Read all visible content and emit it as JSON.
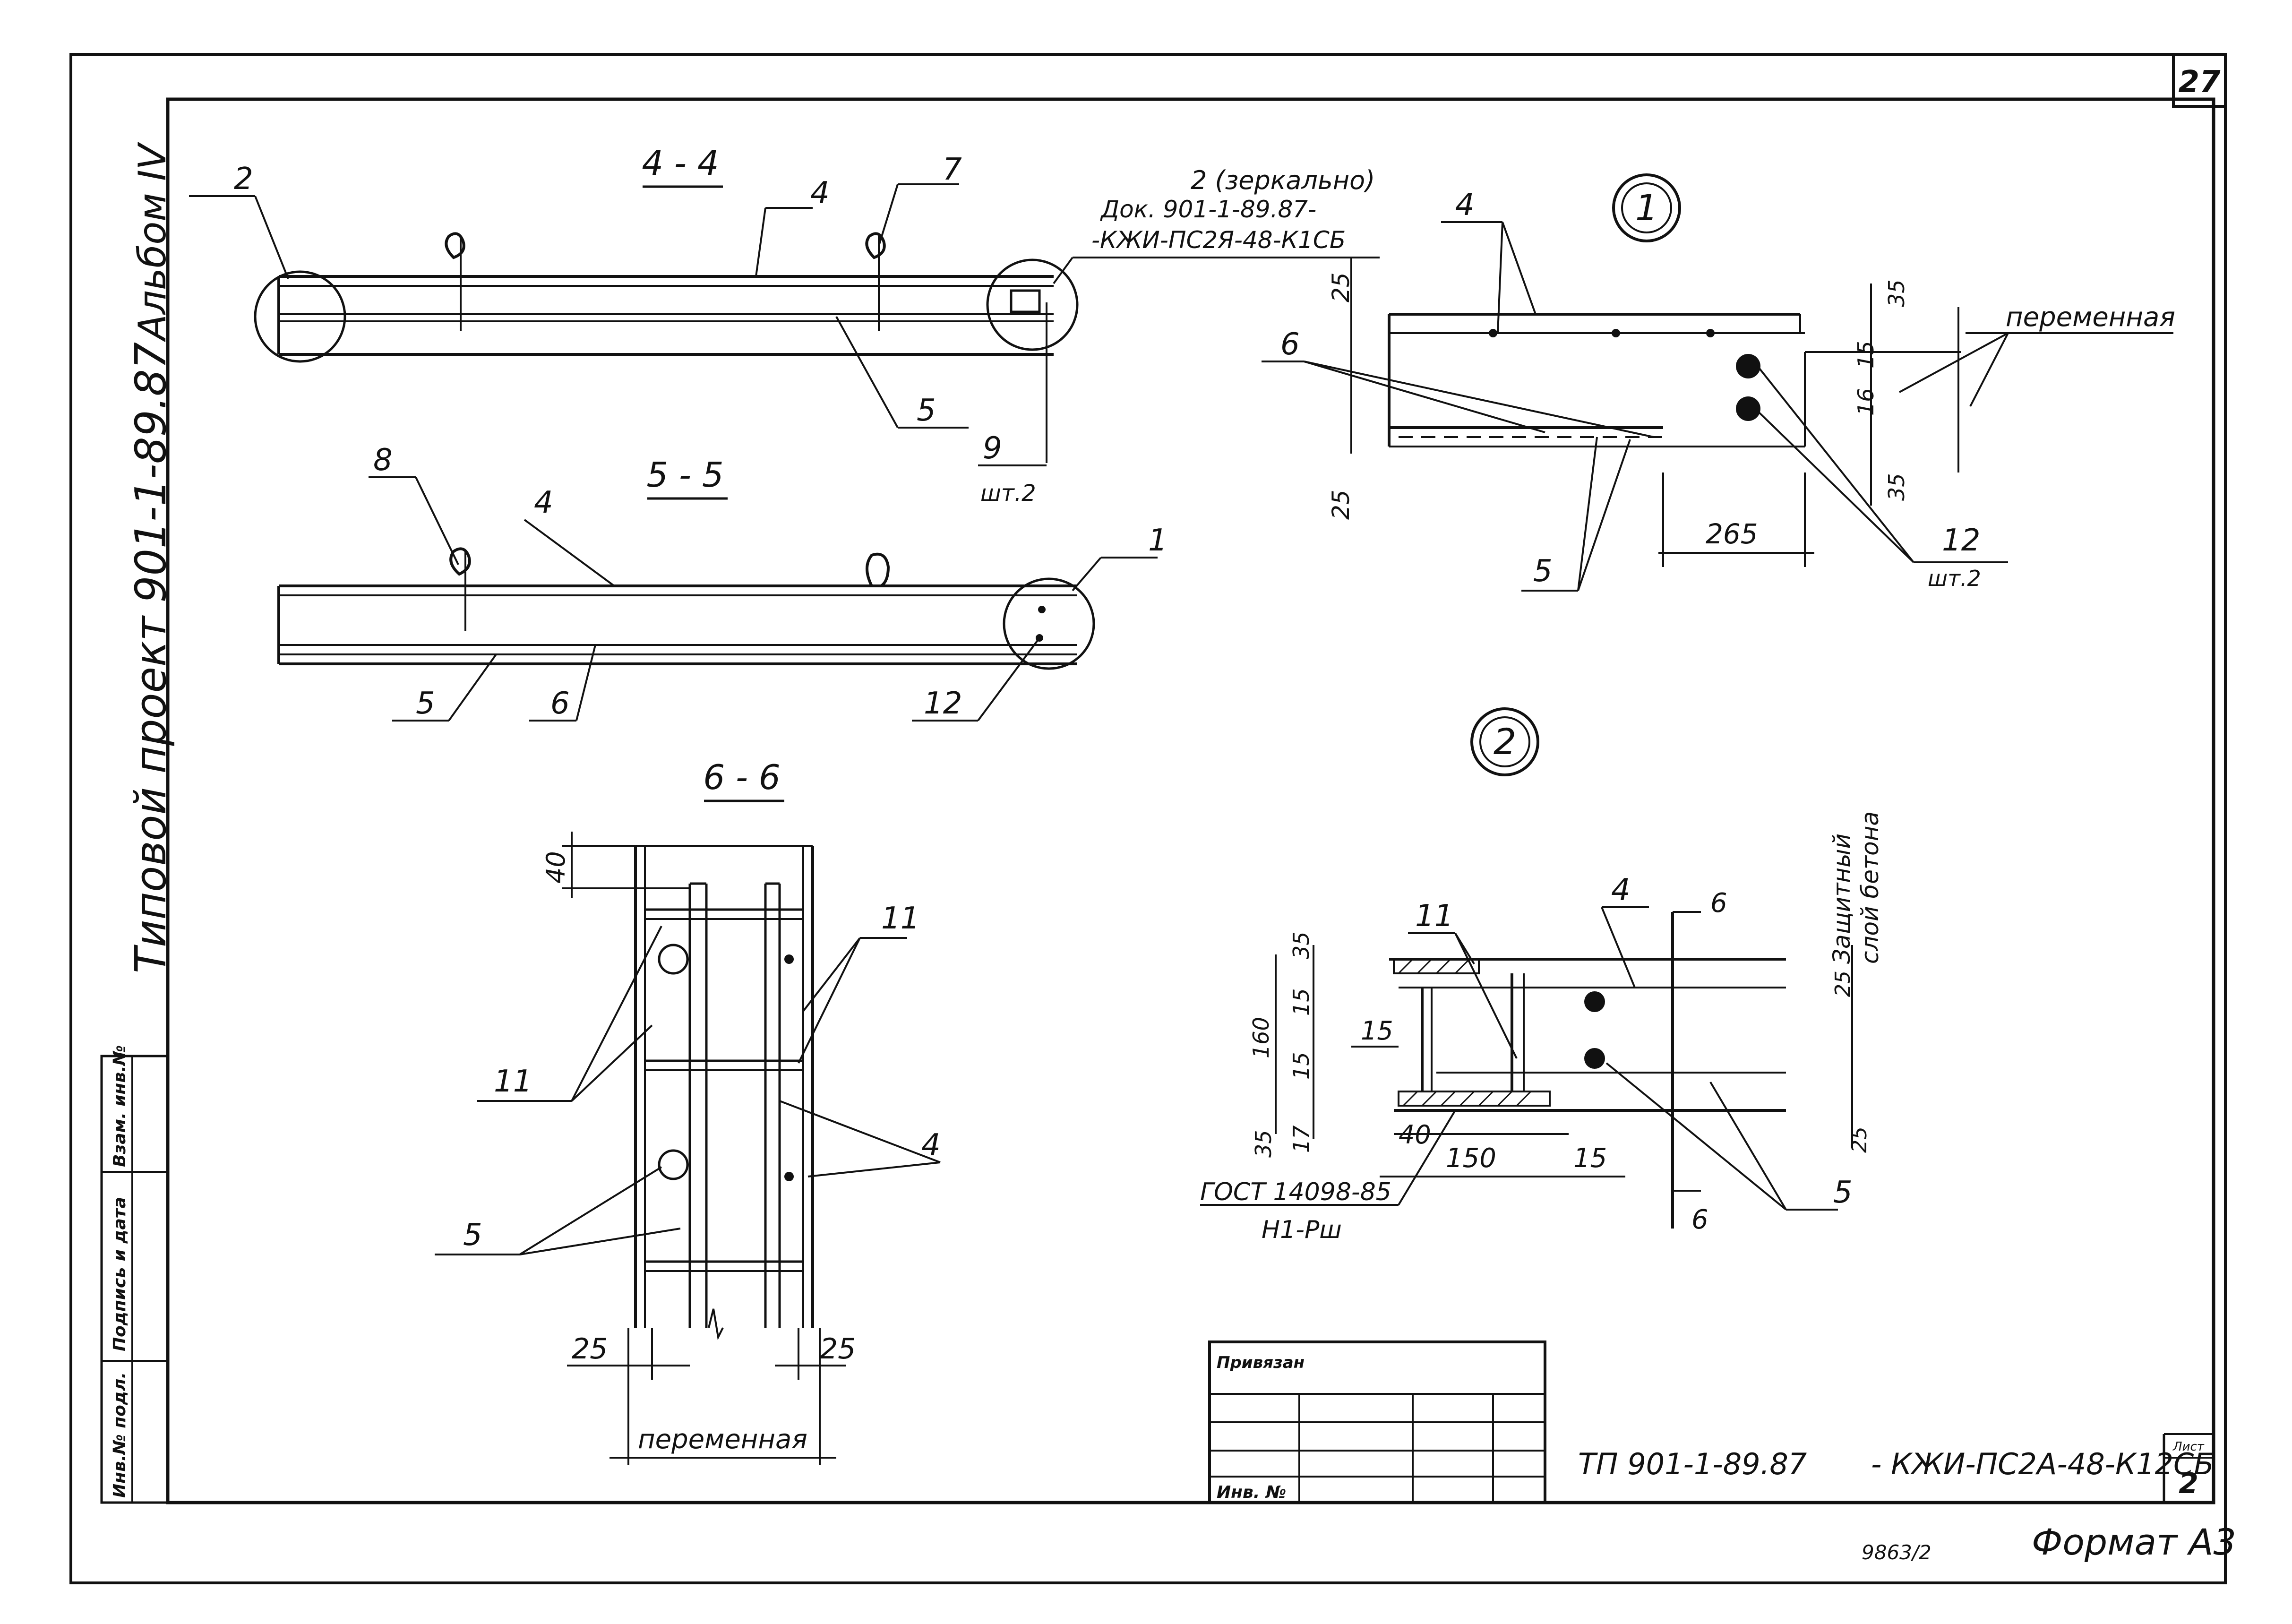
{
  "sheet": {
    "sheet_number": "27",
    "album": "Альбом IV",
    "project": "Типовой проект 901-1-89.87",
    "format": "Формат А3",
    "stamp": "9863/2"
  },
  "side_table": {
    "inv_podl": "Инв.№ подл.",
    "podpis_data": "Подпись и дата",
    "vzam_inv": "Взам. инв.№"
  },
  "sections": {
    "s44": "4 - 4",
    "s55": "5 - 5",
    "s66": "6 - 6"
  },
  "nodes": {
    "n1": "1",
    "n2": "2"
  },
  "callouts": {
    "c1": "1",
    "c2": "2",
    "c4": "4",
    "c5": "5",
    "c6": "6",
    "c7": "7",
    "c8": "8",
    "c9": "9",
    "c11": "11",
    "c12": "12"
  },
  "notes": {
    "mirror": "2 (зеркально)",
    "doc_line1": "Док. 901-1-89.87-",
    "doc_line2": "-КЖИ-ПС2Я-48-К1СБ",
    "sht2": "шт.2",
    "variable": "переменная",
    "cover_line1": "Защитный",
    "cover_line2": "слой бетона",
    "gost": "ГОСТ 14098-85",
    "h1": "Н1-Рш"
  },
  "dims": {
    "d25": "25",
    "d35": "35",
    "d15": "15",
    "d16": "16",
    "d17": "17",
    "d40": "40",
    "d150": "150",
    "d160": "160",
    "d265": "265",
    "d6": "6"
  },
  "title_block": {
    "privyazan": "Привязан",
    "inv_no": "Инв. №",
    "doc_code_a": "ТП 901-1-89.87",
    "doc_code_b": "- КЖИ-ПС2А-48-К12СБ",
    "list_label": "Лист",
    "list_value": "2"
  }
}
